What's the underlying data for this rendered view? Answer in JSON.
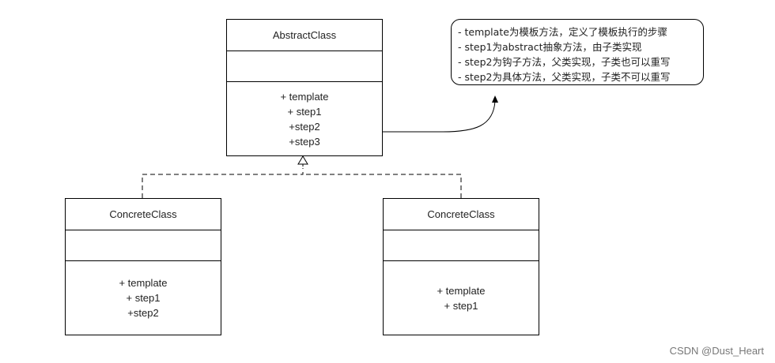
{
  "abstract_class": {
    "name": "AbstractClass",
    "methods": [
      "+ template",
      "+ step1",
      "+step2",
      "+step3"
    ]
  },
  "concrete_left": {
    "name": "ConcreteClass",
    "methods": [
      "+ template",
      "+ step1",
      "+step2"
    ]
  },
  "concrete_right": {
    "name": "ConcreteClass",
    "methods": [
      "+ template",
      "+ step1"
    ]
  },
  "note": {
    "lines": [
      "- template为模板方法，定义了模板执行的步骤",
      "- step1为abstract抽象方法，由子类实现",
      "- step2为钩子方法，父类实现，子类也可以重写",
      "- step2为具体方法，父类实现，子类不可以重写"
    ]
  },
  "watermark": "CSDN @Dust_Heart"
}
